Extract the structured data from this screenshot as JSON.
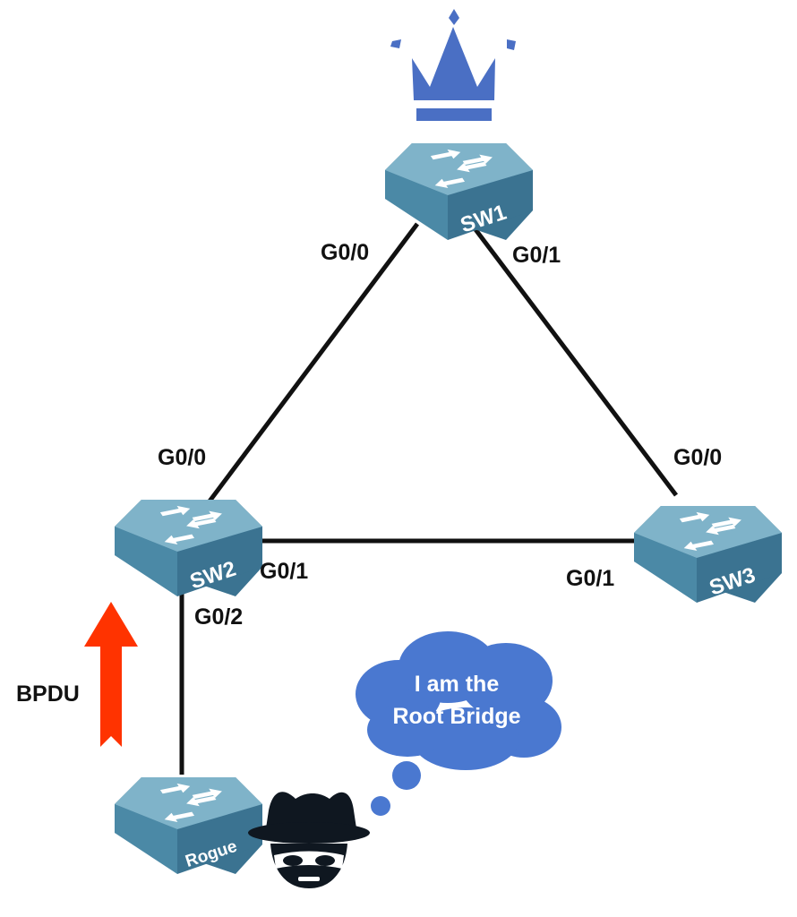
{
  "colors": {
    "link": "#111111",
    "crown": "#4a6fc4",
    "switch_top": "#7fb3c9",
    "switch_side": "#4b89a6",
    "switch_front": "#3b7391",
    "arrow": "#ff3300",
    "cloud": "#4a78d0",
    "hacker": "#0f1720"
  },
  "icons": {
    "crown": "crown-icon",
    "arrow": "up-arrow-icon",
    "cloud": "thought-cloud-icon",
    "hacker": "hacker-icon"
  },
  "switches": [
    {
      "id": "sw1",
      "label": "SW1"
    },
    {
      "id": "sw2",
      "label": "SW2"
    },
    {
      "id": "sw3",
      "label": "SW3"
    },
    {
      "id": "rogue",
      "label": "Rogue"
    }
  ],
  "ports": {
    "sw1_g00": "G0/0",
    "sw1_g01": "G0/1",
    "sw2_g00": "G0/0",
    "sw2_g01": "G0/1",
    "sw2_g02": "G0/2",
    "sw3_g00": "G0/0",
    "sw3_g01": "G0/1"
  },
  "bpdu_label": "BPDU",
  "cloud_text": {
    "line1": "I am the",
    "line2": "Root Bridge"
  }
}
